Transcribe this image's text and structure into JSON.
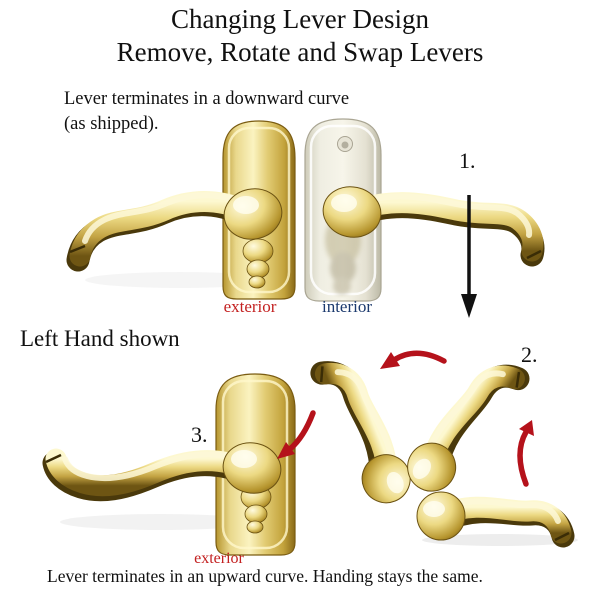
{
  "title": {
    "line1": "Changing Lever Design",
    "line2": "Remove, Rotate and Swap Levers"
  },
  "notes": {
    "shipped": "Lever terminates in a downward curve\n(as shipped).",
    "left_hand": "Left Hand shown",
    "result": "Lever terminates in an upward curve. Handing stays the same."
  },
  "labels": {
    "exterior_top": "exterior",
    "interior": "interior",
    "exterior_bottom": "exterior"
  },
  "steps": {
    "one": "1.",
    "two": "2.",
    "three": "3."
  },
  "colors": {
    "exterior_label": "#c32020",
    "interior_label": "#1c3a6e",
    "arrow_red": "#b5121b",
    "arrow_black": "#111111",
    "brass_highlight": "#fbf5c6",
    "brass_mid": "#d9c270",
    "brass_dark": "#6e5513",
    "interior_plate": "#eeece0",
    "background": "#ffffff"
  },
  "icons": {
    "step1": "down-arrow-icon",
    "step2_left": "rotate-left-arrow-icon",
    "step2_right": "rotate-up-arrow-icon",
    "step3": "insert-arrow-icon"
  }
}
